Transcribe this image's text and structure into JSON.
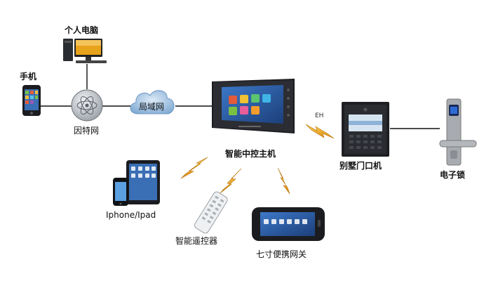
{
  "labels": {
    "pc": "个人电脑",
    "phone": "手机",
    "internet": "因特网",
    "lan": "局域网",
    "host": "智能中控主机",
    "eh": "EH",
    "door_station": "别墅门口机",
    "lock": "电子锁",
    "iphone_ipad": "Iphone/Ipad",
    "remote": "智能遥控器",
    "gateway": "七寸便携网关"
  },
  "colors": {
    "line": "#111111",
    "lightning": "#e8a317",
    "cloud": "#8fb8dd",
    "globe": "#c9ccd0",
    "device_dark": "#1e2024",
    "screen_blue": "#2b5fa8"
  },
  "icons": {
    "pc": "desktop-computer-icon",
    "phone": "mobile-phone-icon",
    "internet": "globe-icon",
    "lan": "cloud-icon",
    "host": "control-panel-icon",
    "door_station": "intercom-icon",
    "lock": "door-lock-icon",
    "iphone_ipad": "tablet-phone-icon",
    "remote": "remote-control-icon",
    "gateway": "portable-gateway-icon",
    "lightning": "lightning-icon"
  }
}
